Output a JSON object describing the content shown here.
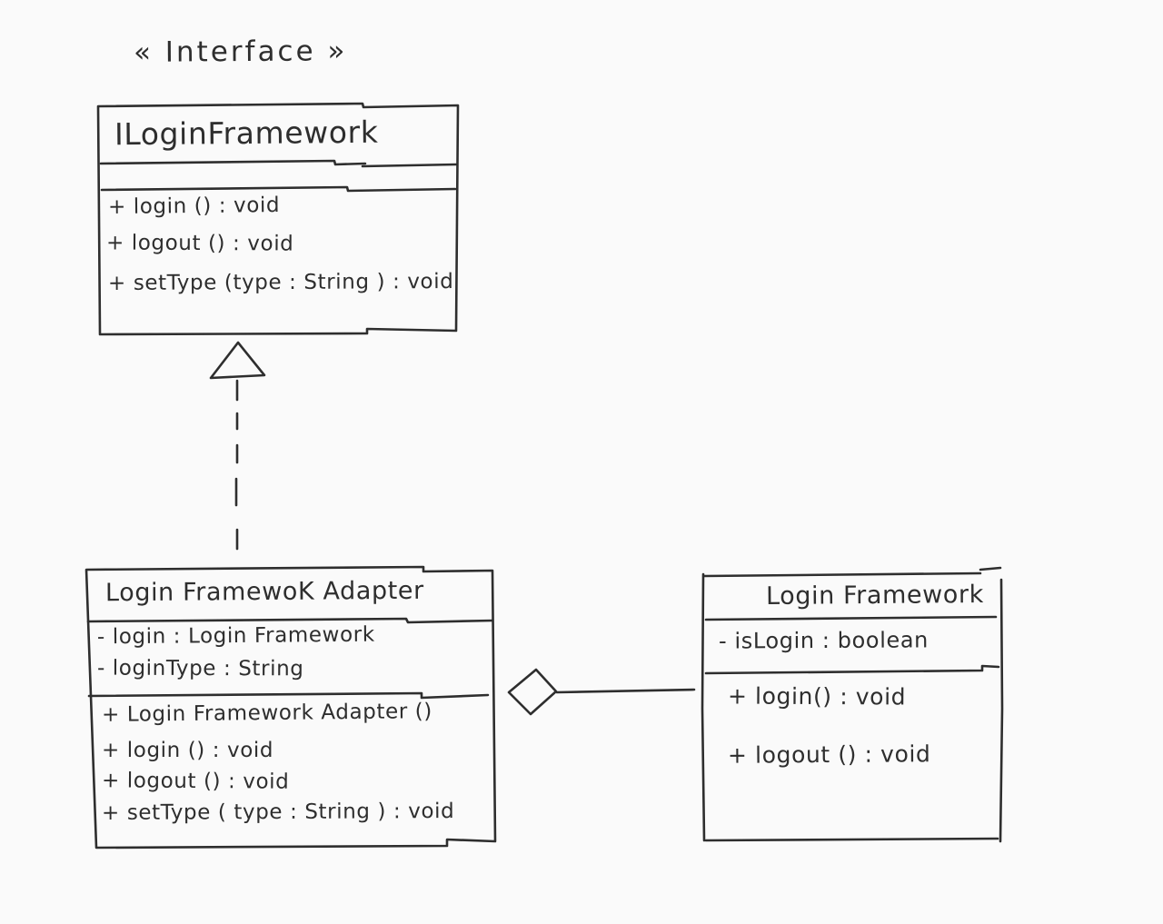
{
  "colors": {
    "background": "#fafafa",
    "ink": "#2e2e2e"
  },
  "stereotype_label": "« Interface »",
  "classes": {
    "iloginframework": {
      "name": "ILoginFramework",
      "attributes": [],
      "methods": [
        "+ login () : void",
        "+ logout () : void",
        "+ setType (type : String ) : void"
      ]
    },
    "adapter": {
      "name": "Login FramewoK Adapter",
      "attributes": [
        "- login : Login Framework",
        "- loginType :  String"
      ],
      "methods": [
        "+ Login Framework Adapter ()",
        "+ login () : void",
        "+ logout () : void",
        "+ setType ( type : String ) : void"
      ]
    },
    "framework": {
      "name": "Login Framework",
      "attributes": [
        "- isLogin : boolean"
      ],
      "methods": [
        "+ login() : void",
        "+ logout () : void"
      ]
    }
  },
  "relationships": [
    {
      "type": "realization",
      "from": "Login FramewoK Adapter",
      "to": "ILoginFramework"
    },
    {
      "type": "aggregation",
      "from": "Login FramewoK Adapter",
      "to": "Login Framework"
    }
  ]
}
